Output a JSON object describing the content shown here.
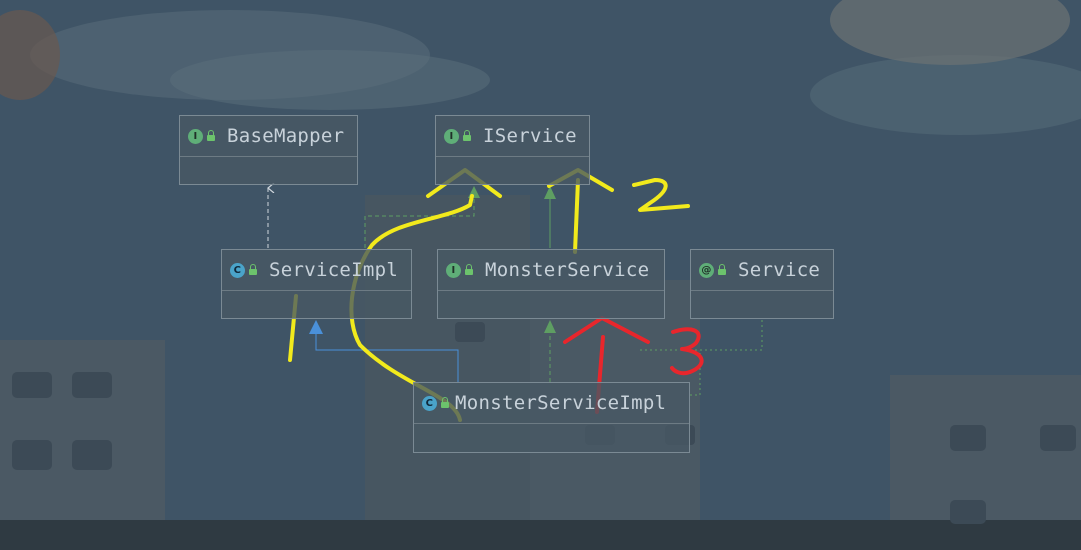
{
  "diagram": {
    "nodes": [
      {
        "id": "base-mapper",
        "label": "BaseMapper",
        "kind": "interface",
        "badge": "I"
      },
      {
        "id": "iservice",
        "label": "IService",
        "kind": "interface",
        "badge": "I"
      },
      {
        "id": "service-impl",
        "label": "ServiceImpl",
        "kind": "class",
        "badge": "C"
      },
      {
        "id": "monster-service",
        "label": "MonsterService",
        "kind": "interface",
        "badge": "I"
      },
      {
        "id": "service-annotation",
        "label": "Service",
        "kind": "annotation",
        "badge": "@"
      },
      {
        "id": "monster-service-impl",
        "label": "MonsterServiceImpl",
        "kind": "class",
        "badge": "C"
      }
    ],
    "edges": [
      {
        "from": "service-impl",
        "to": "base-mapper",
        "type": "dependency"
      },
      {
        "from": "service-impl",
        "to": "iservice",
        "type": "implements"
      },
      {
        "from": "monster-service",
        "to": "iservice",
        "type": "extends"
      },
      {
        "from": "monster-service-impl",
        "to": "service-impl",
        "type": "extends"
      },
      {
        "from": "monster-service-impl",
        "to": "monster-service",
        "type": "implements"
      },
      {
        "from": "monster-service-impl",
        "to": "service-annotation",
        "type": "annotated"
      }
    ],
    "annotations": [
      {
        "id": "mark-1",
        "text": "1",
        "color": "#f2ea1c"
      },
      {
        "id": "mark-2",
        "text": "2",
        "color": "#f2ea1c"
      },
      {
        "id": "mark-3",
        "text": "3",
        "color": "#e8262c"
      }
    ],
    "colors": {
      "node_text": "#c8d2da",
      "interface_badge": "#5fae78",
      "class_badge": "#4aa3c9",
      "extends_arrow": "#5e9e62",
      "class_extends_arrow": "#4a90d9",
      "dependency_arrow": "#cfd6dc",
      "pen_yellow": "#f2ea1c",
      "pen_red": "#e8262c"
    }
  }
}
